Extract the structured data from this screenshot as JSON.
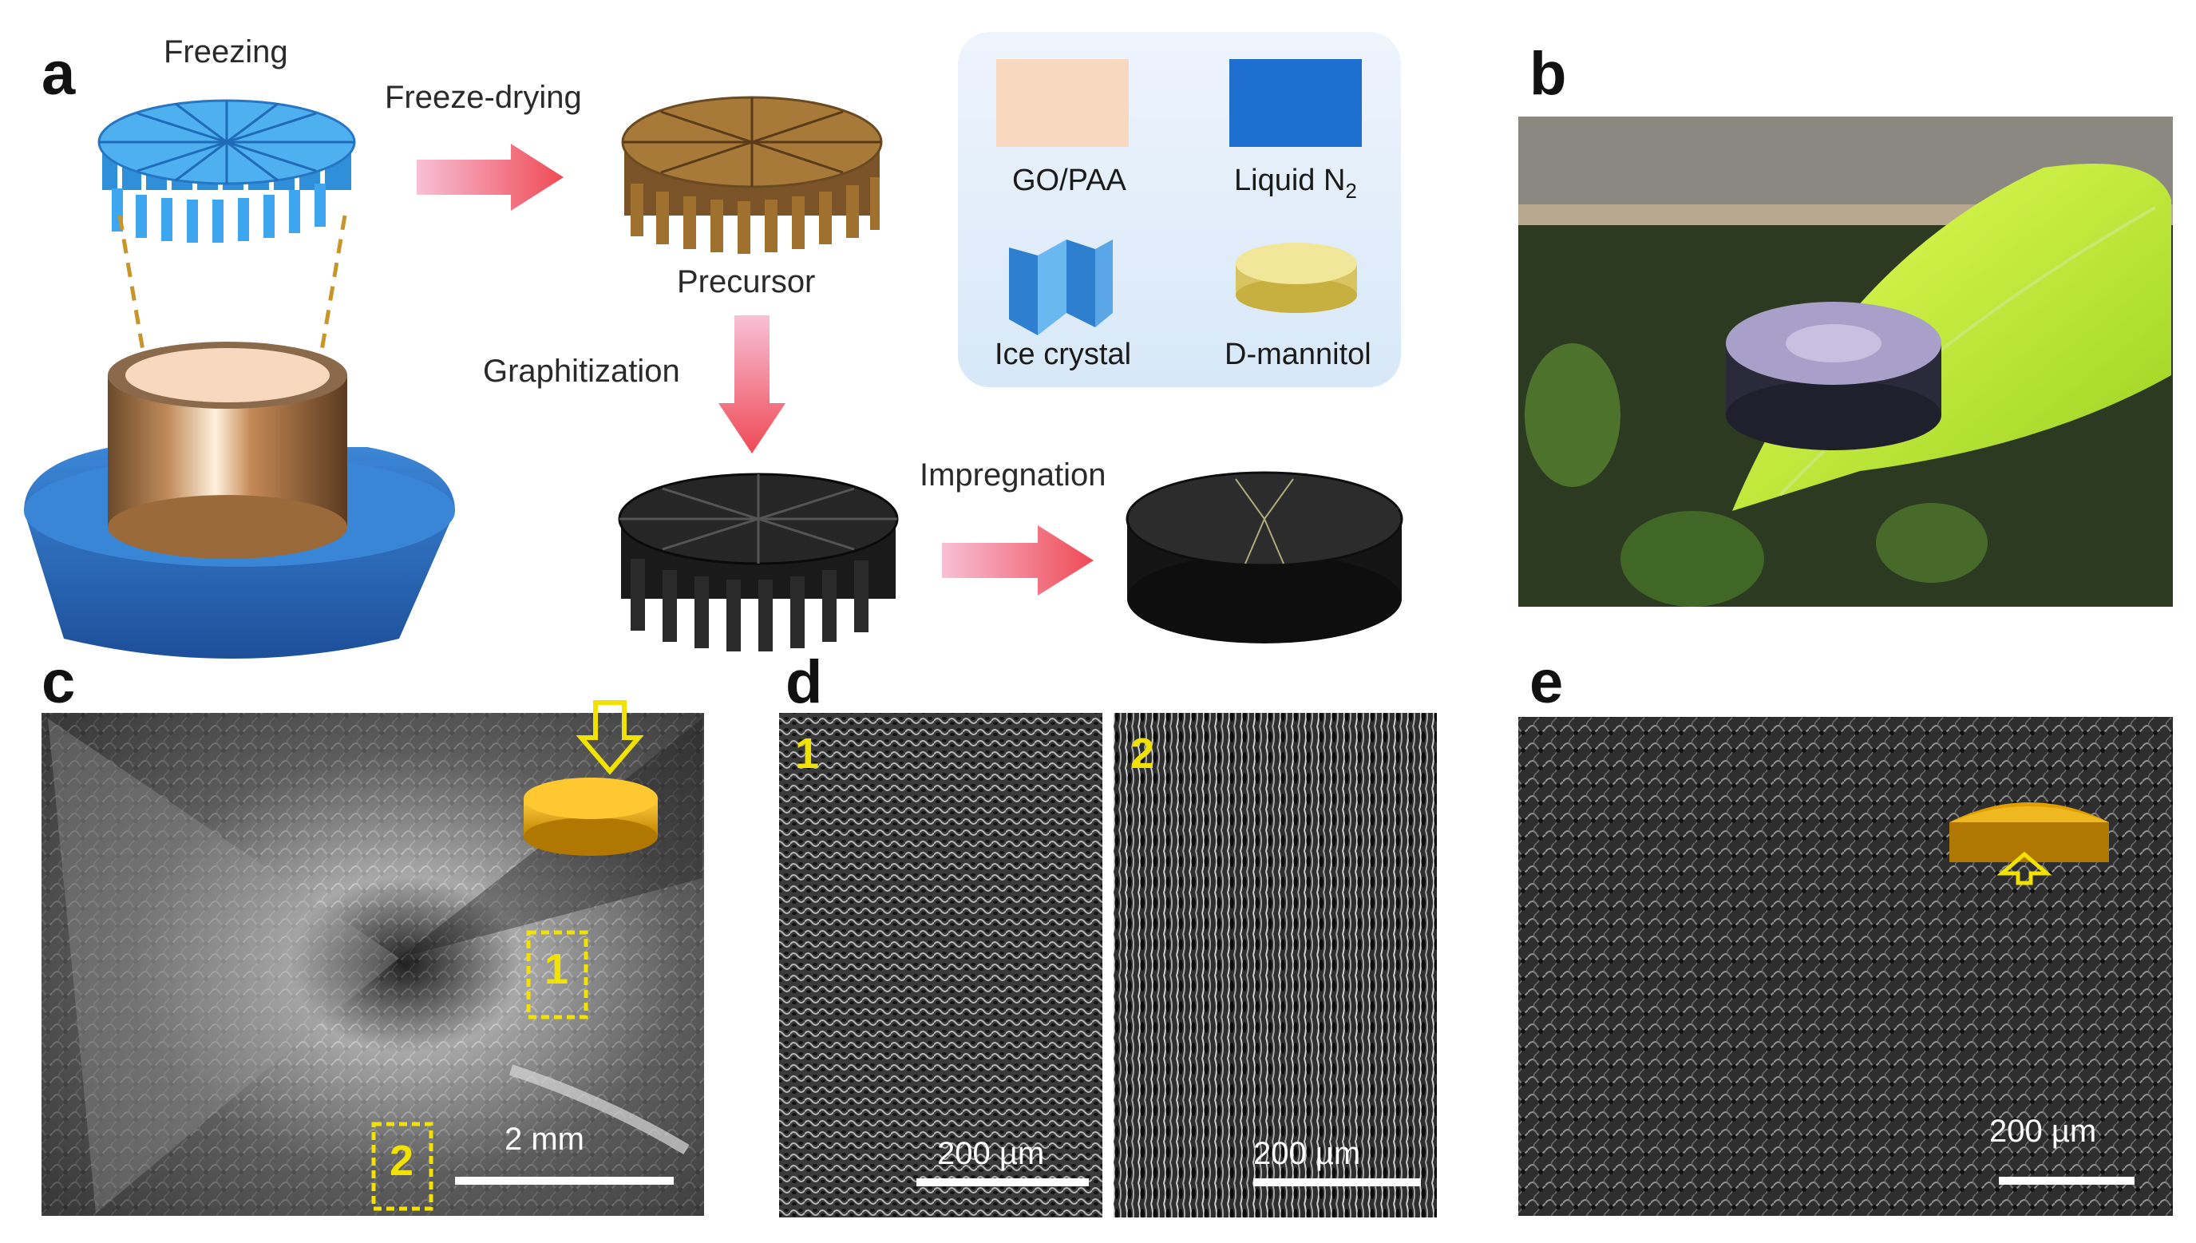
{
  "panels": {
    "a": "a",
    "b": "b",
    "c": "c",
    "d": "d",
    "e": "e"
  },
  "schematic": {
    "freezing": "Freezing",
    "freeze_drying": "Freeze-drying",
    "precursor": "Precursor",
    "graphitization": "Graphitization",
    "impregnation": "Impregnation"
  },
  "legend": {
    "items": [
      {
        "label": "GO/PAA",
        "color": "#f8d9bf"
      },
      {
        "label": "Liquid N",
        "sub": "2",
        "color": "#1f6fd0"
      },
      {
        "label": "Ice crystal",
        "color": "#4a9be0"
      },
      {
        "label": "D-mannitol",
        "color": "#efe08a"
      }
    ]
  },
  "sem": {
    "c": {
      "scale": "2 mm",
      "box1": "1",
      "box2": "2"
    },
    "d1": {
      "tag": "1",
      "scale": "200 µm"
    },
    "d2": {
      "tag": "2",
      "scale": "200 µm"
    },
    "e": {
      "scale": "200 µm"
    }
  },
  "colors": {
    "arrow": "#f06a78",
    "highlight": "#f2e200",
    "ice_blue": "#2f8fd8",
    "gold": "#e0a000"
  }
}
